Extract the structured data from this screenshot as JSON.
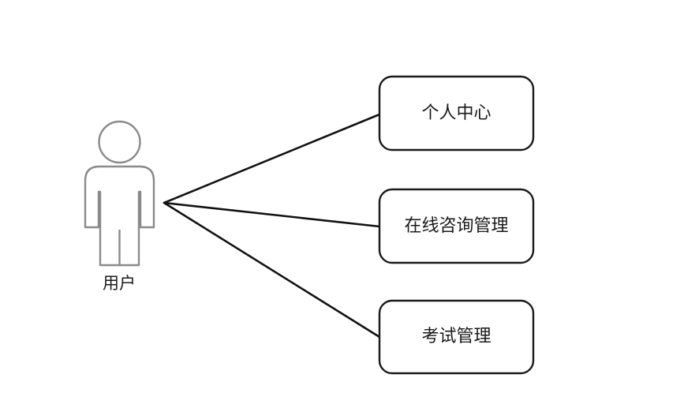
{
  "diagram": {
    "type": "uml-use-case-diagram",
    "background_color": "#ffffff",
    "stroke_color": "#1a1a1a",
    "actor_stroke_color": "#7a7a7a",
    "actor": {
      "name": "用户",
      "icon": "person-actor-icon"
    },
    "use_cases": [
      {
        "label": "个人中心"
      },
      {
        "label": "在线咨询管理"
      },
      {
        "label": "考试管理"
      }
    ],
    "associations": [
      {
        "from": "用户",
        "to": "个人中心"
      },
      {
        "from": "用户",
        "to": "在线咨询管理"
      },
      {
        "from": "用户",
        "to": "考试管理"
      }
    ]
  }
}
